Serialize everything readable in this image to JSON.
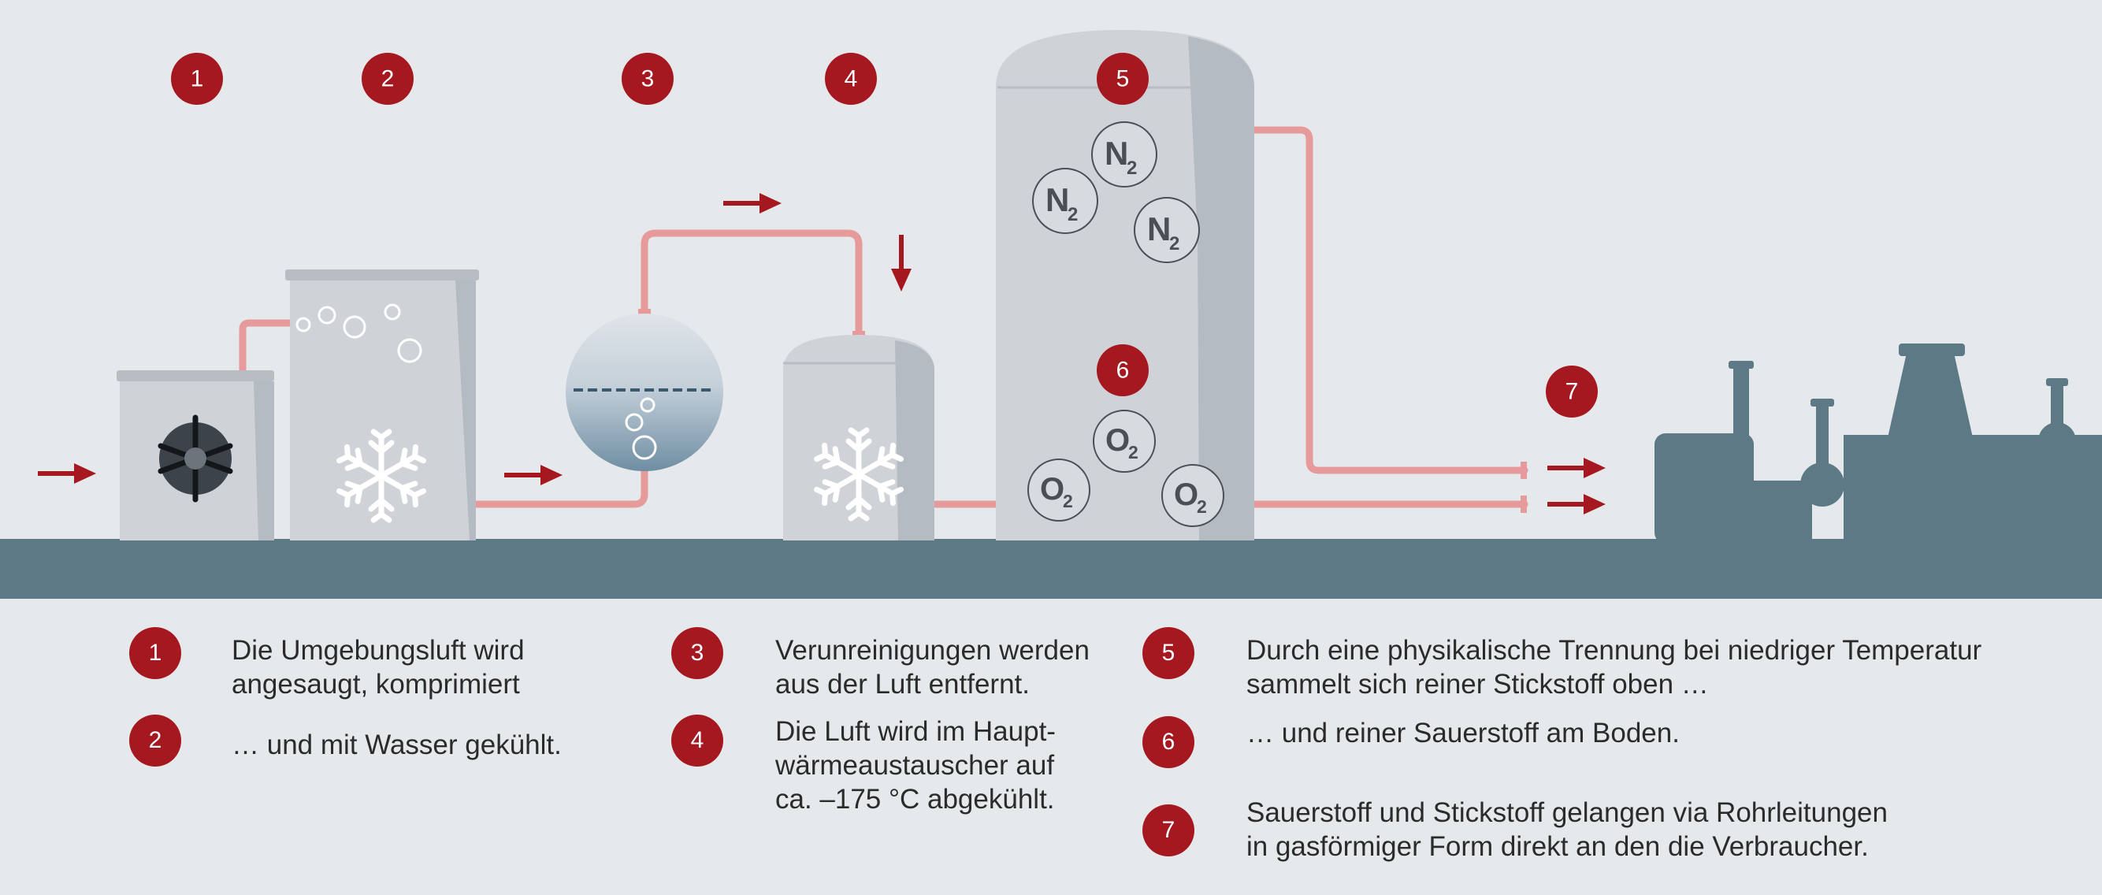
{
  "colors": {
    "background": "#e6e9ec",
    "ground": "#5d7985",
    "badge": "#a5181f",
    "pipe": "#e79a9c",
    "arrow": "#a5181f",
    "tank": "#cfd3d8",
    "tank_shade": "#b5bbc2"
  },
  "diagram": {
    "step_badges": [
      "1",
      "2",
      "3",
      "4",
      "5",
      "6",
      "7"
    ],
    "molecules": {
      "nitrogen": {
        "element": "N",
        "subscript": "2"
      },
      "oxygen": {
        "element": "O",
        "subscript": "2"
      }
    },
    "icons": [
      "fan-icon",
      "snowflake-icon",
      "bubble-icon",
      "flow-arrow-icon",
      "factory-icon"
    ]
  },
  "legend": [
    {
      "num": "1",
      "text": "Die Umgebungsluft wird\nangesaugt, komprimiert"
    },
    {
      "num": "2",
      "text": "… und mit Wasser gekühlt."
    },
    {
      "num": "3",
      "text": "Verunreinigungen werden\naus der Luft entfernt."
    },
    {
      "num": "4",
      "text": "Die Luft wird im Haupt-\nwärmeaustauscher auf\nca. –175 °C abgekühlt."
    },
    {
      "num": "5",
      "text": "Durch eine physikalische Trennung bei niedriger Temperatur\nsammelt sich reiner Stickstoff oben …"
    },
    {
      "num": "6",
      "text": "… und reiner Sauerstoff am Boden."
    },
    {
      "num": "7",
      "text": "Sauerstoff und Stickstoff gelangen via Rohrleitungen\nin gasförmiger Form direkt an den die Verbraucher."
    }
  ]
}
